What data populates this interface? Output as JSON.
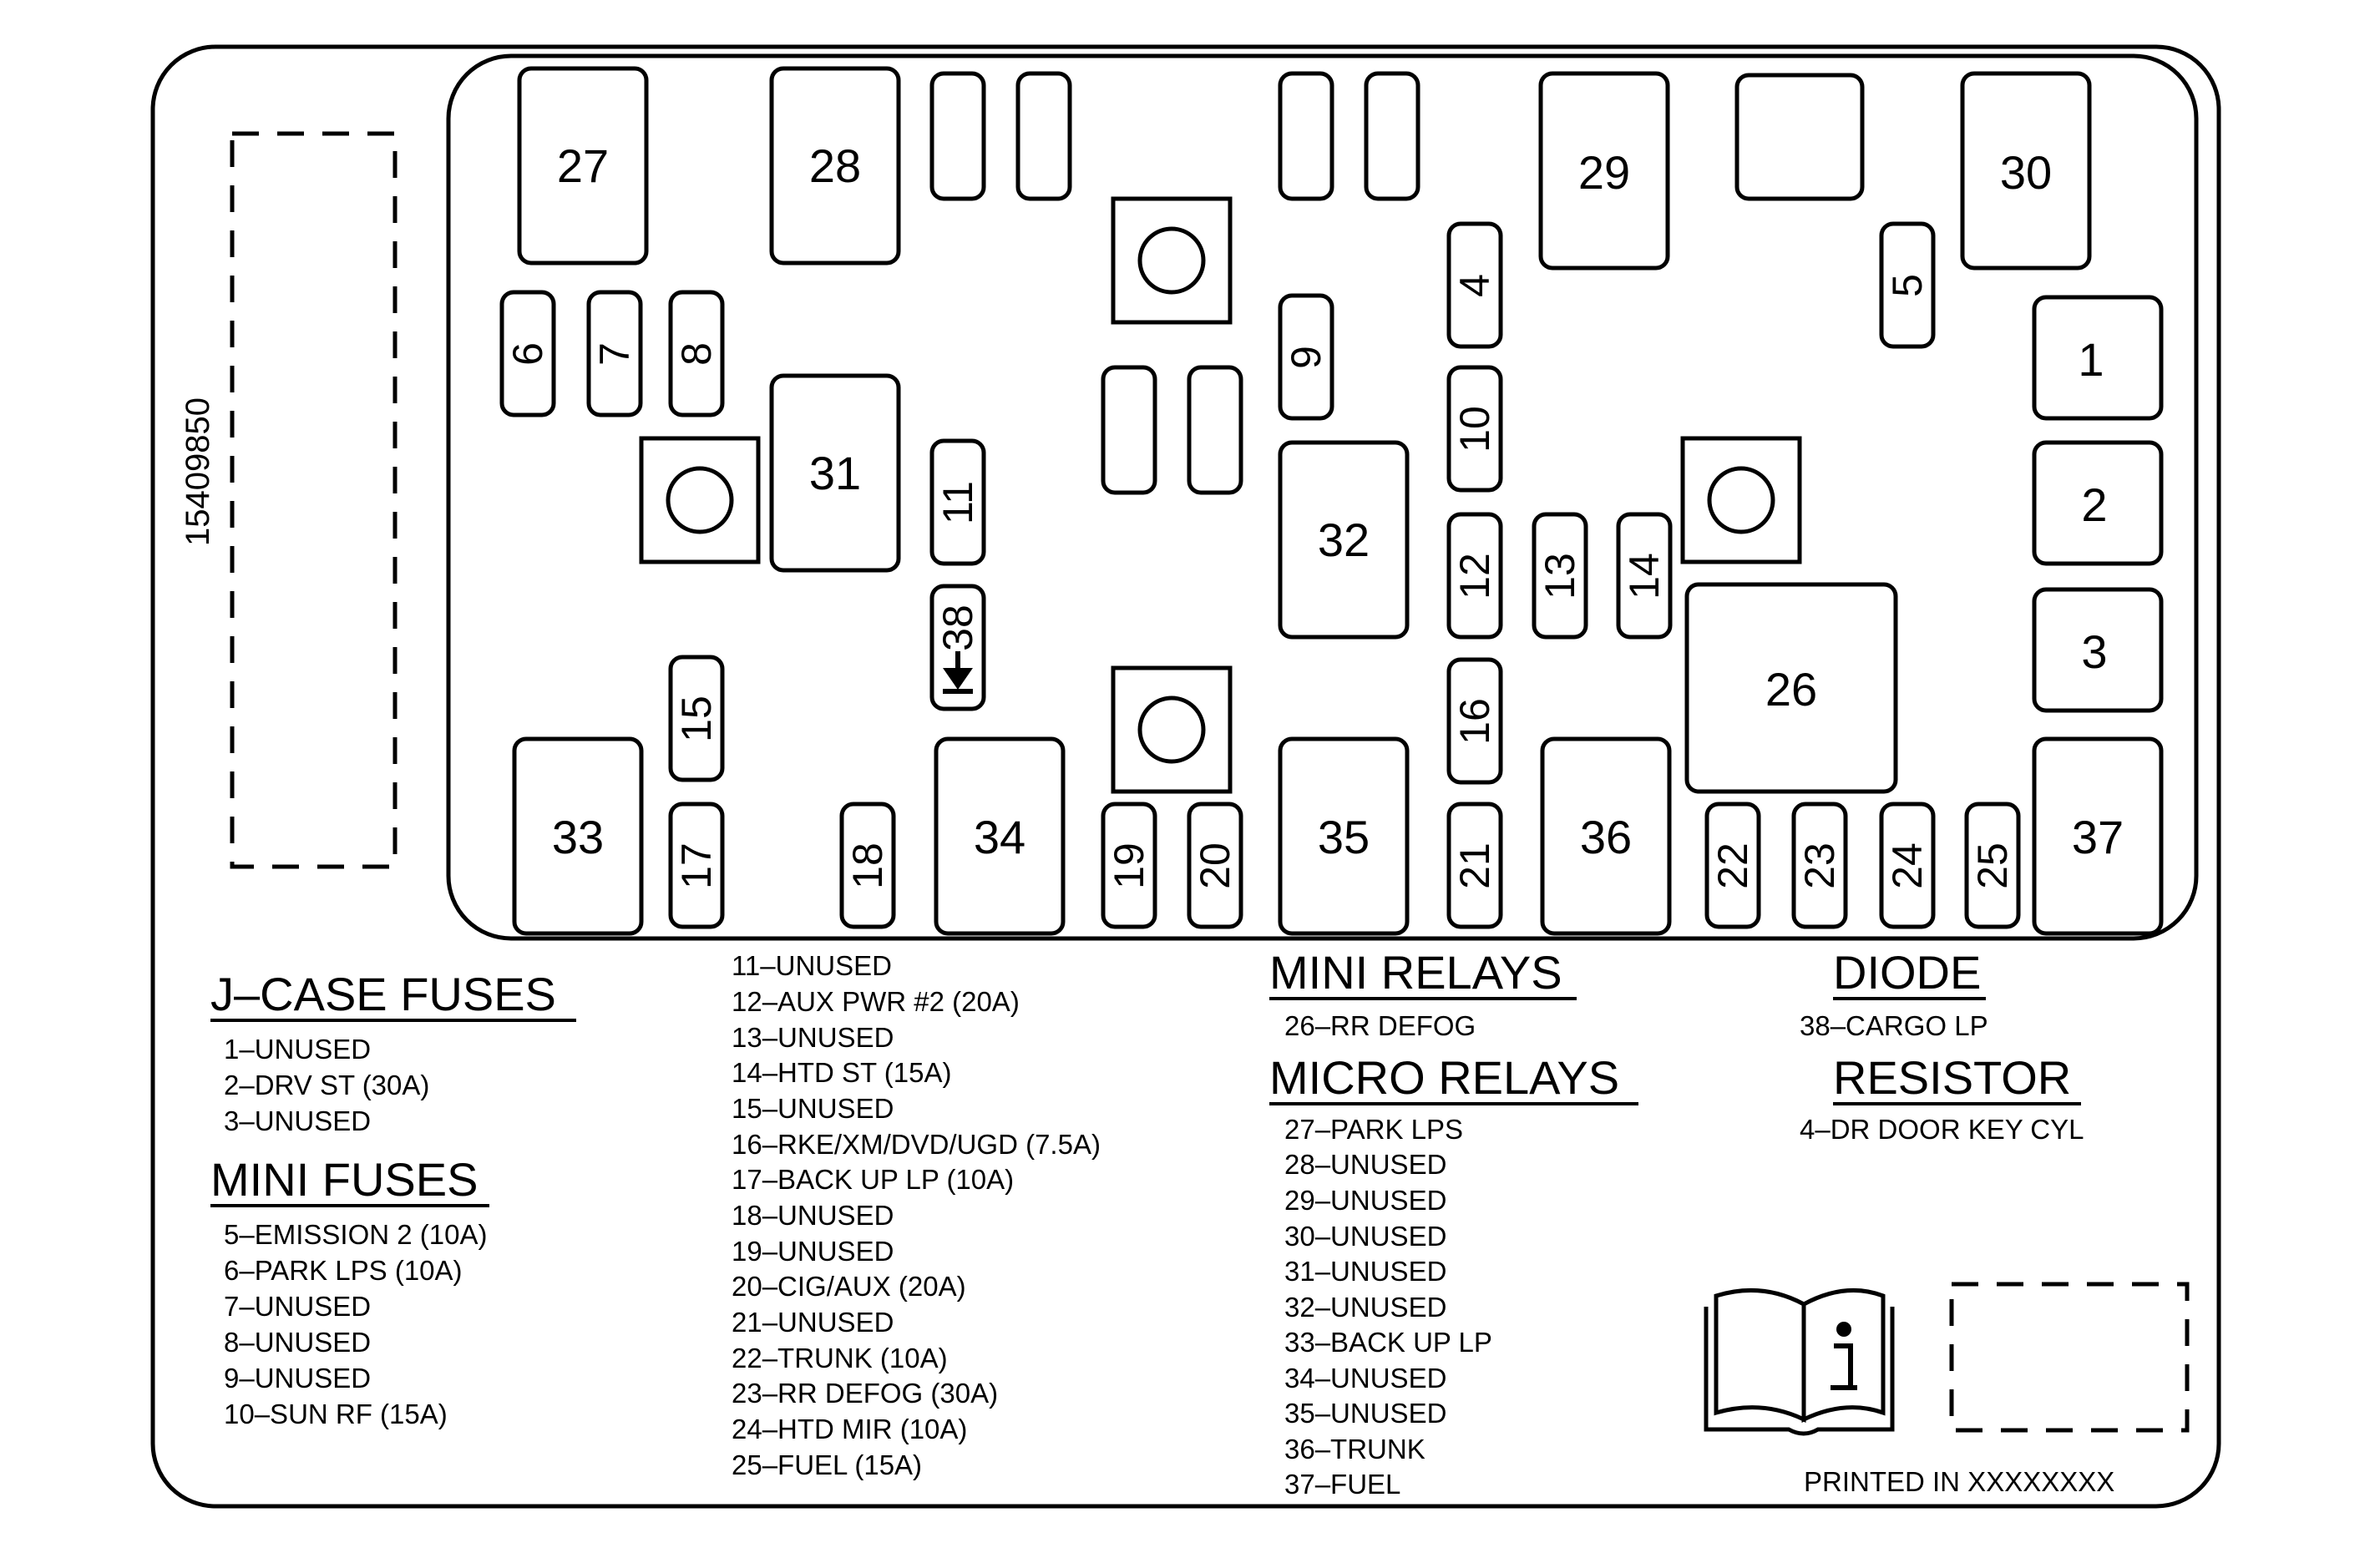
{
  "part_number": "15409850",
  "boxes": {
    "b27": "27",
    "b28": "28",
    "b29": "29",
    "b30": "30",
    "b31": "31",
    "b32": "32",
    "b33": "33",
    "b34": "34",
    "b35": "35",
    "b36": "36",
    "b37": "37",
    "b26": "26",
    "b1": "1",
    "b2": "2",
    "b3": "3"
  },
  "fuses": {
    "f4": "4",
    "f5": "5",
    "f6": "6",
    "f7": "7",
    "f8": "8",
    "f9": "9",
    "f10": "10",
    "f11": "11",
    "f12": "12",
    "f13": "13",
    "f14": "14",
    "f15": "15",
    "f16": "16",
    "f17": "17",
    "f18": "18",
    "f19": "19",
    "f20": "20",
    "f21": "21",
    "f22": "22",
    "f23": "23",
    "f24": "24",
    "f25": "25",
    "f38": "38"
  },
  "legend": {
    "jcase": {
      "heading": "J–CASE FUSES",
      "items": [
        "1–UNUSED",
        "2–DRV ST (30A)",
        "3–UNUSED"
      ]
    },
    "minifuses": {
      "heading": "MINI FUSES",
      "items": [
        "5–EMISSION 2 (10A)",
        "6–PARK LPS (10A)",
        "7–UNUSED",
        "8–UNUSED",
        "9–UNUSED",
        "10–SUN RF (15A)"
      ]
    },
    "mid_list": [
      "11–UNUSED",
      "12–AUX PWR #2 (20A)",
      "13–UNUSED",
      "14–HTD ST (15A)",
      "15–UNUSED",
      "16–RKE/XM/DVD/UGD (7.5A)",
      "17–BACK UP LP (10A)",
      "18–UNUSED",
      "19–UNUSED",
      "20–CIG/AUX (20A)",
      "21–UNUSED",
      "22–TRUNK (10A)",
      "23–RR DEFOG (30A)",
      "24–HTD MIR (10A)",
      "25–FUEL (15A)"
    ],
    "minirelays": {
      "heading": "MINI RELAYS",
      "items": [
        "26–RR DEFOG"
      ]
    },
    "microrelays": {
      "heading": "MICRO RELAYS",
      "items": [
        "27–PARK LPS",
        "28–UNUSED",
        "29–UNUSED",
        "30–UNUSED",
        "31–UNUSED",
        "32–UNUSED",
        "33–BACK UP LP",
        "34–UNUSED",
        "35–UNUSED",
        "36–TRUNK",
        "37–FUEL"
      ]
    },
    "diode": {
      "heading": "DIODE",
      "items": [
        "38–CARGO LP"
      ]
    },
    "resistor": {
      "heading": "RESISTOR",
      "items": [
        "4–DR DOOR KEY CYL"
      ]
    }
  },
  "footer": "PRINTED IN XXXXXXXX",
  "icons": {
    "manual": "owner-manual-info-icon"
  }
}
